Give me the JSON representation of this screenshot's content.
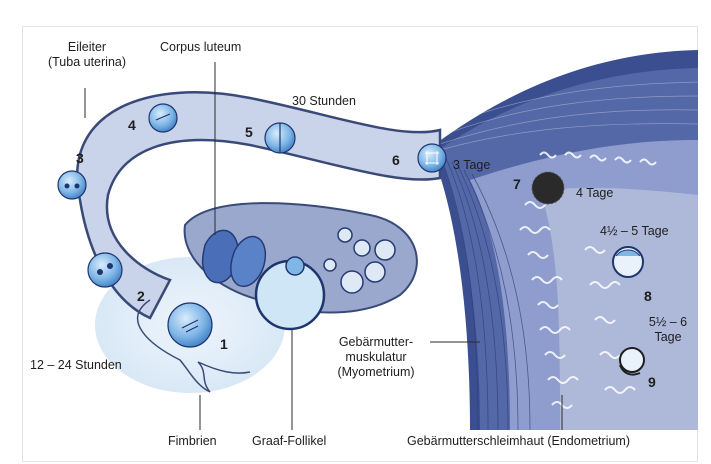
{
  "labels": {
    "oviduct_line1": "Eileiter",
    "oviduct_line2": "(Tuba uterina)",
    "corpus_luteum": "Corpus luteum",
    "hours_30": "30 Stunden",
    "days_3": "3 Tage",
    "days_4": "4 Tage",
    "days_4_5": "4½ – 5 Tage",
    "days_5_6_line1": "5½ – 6",
    "days_5_6_line2": "Tage",
    "hours_12_24": "12 – 24 Stunden",
    "myometrium_line1": "Gebärmutter-",
    "myometrium_line2": "muskulatur",
    "myometrium_line3": "(Myometrium)",
    "fimbrien": "Fimbrien",
    "graaf": "Graaf-Follikel",
    "endometrium": "Gebärmutterschleimhaut (Endometrium)"
  },
  "stages": [
    "1",
    "2",
    "3",
    "4",
    "5",
    "6",
    "7",
    "8",
    "9"
  ],
  "colors": {
    "tube": "#c9d3e9",
    "tube_edge": "#3a4a78",
    "uterus_dark": "#3a4e8f",
    "uterus_mid": "#6f80b8",
    "uterus_light": "#aeb9da",
    "ovary": "#9aa8cd",
    "cell": "#6aa9e0",
    "follicle": "#cfe6f7"
  }
}
